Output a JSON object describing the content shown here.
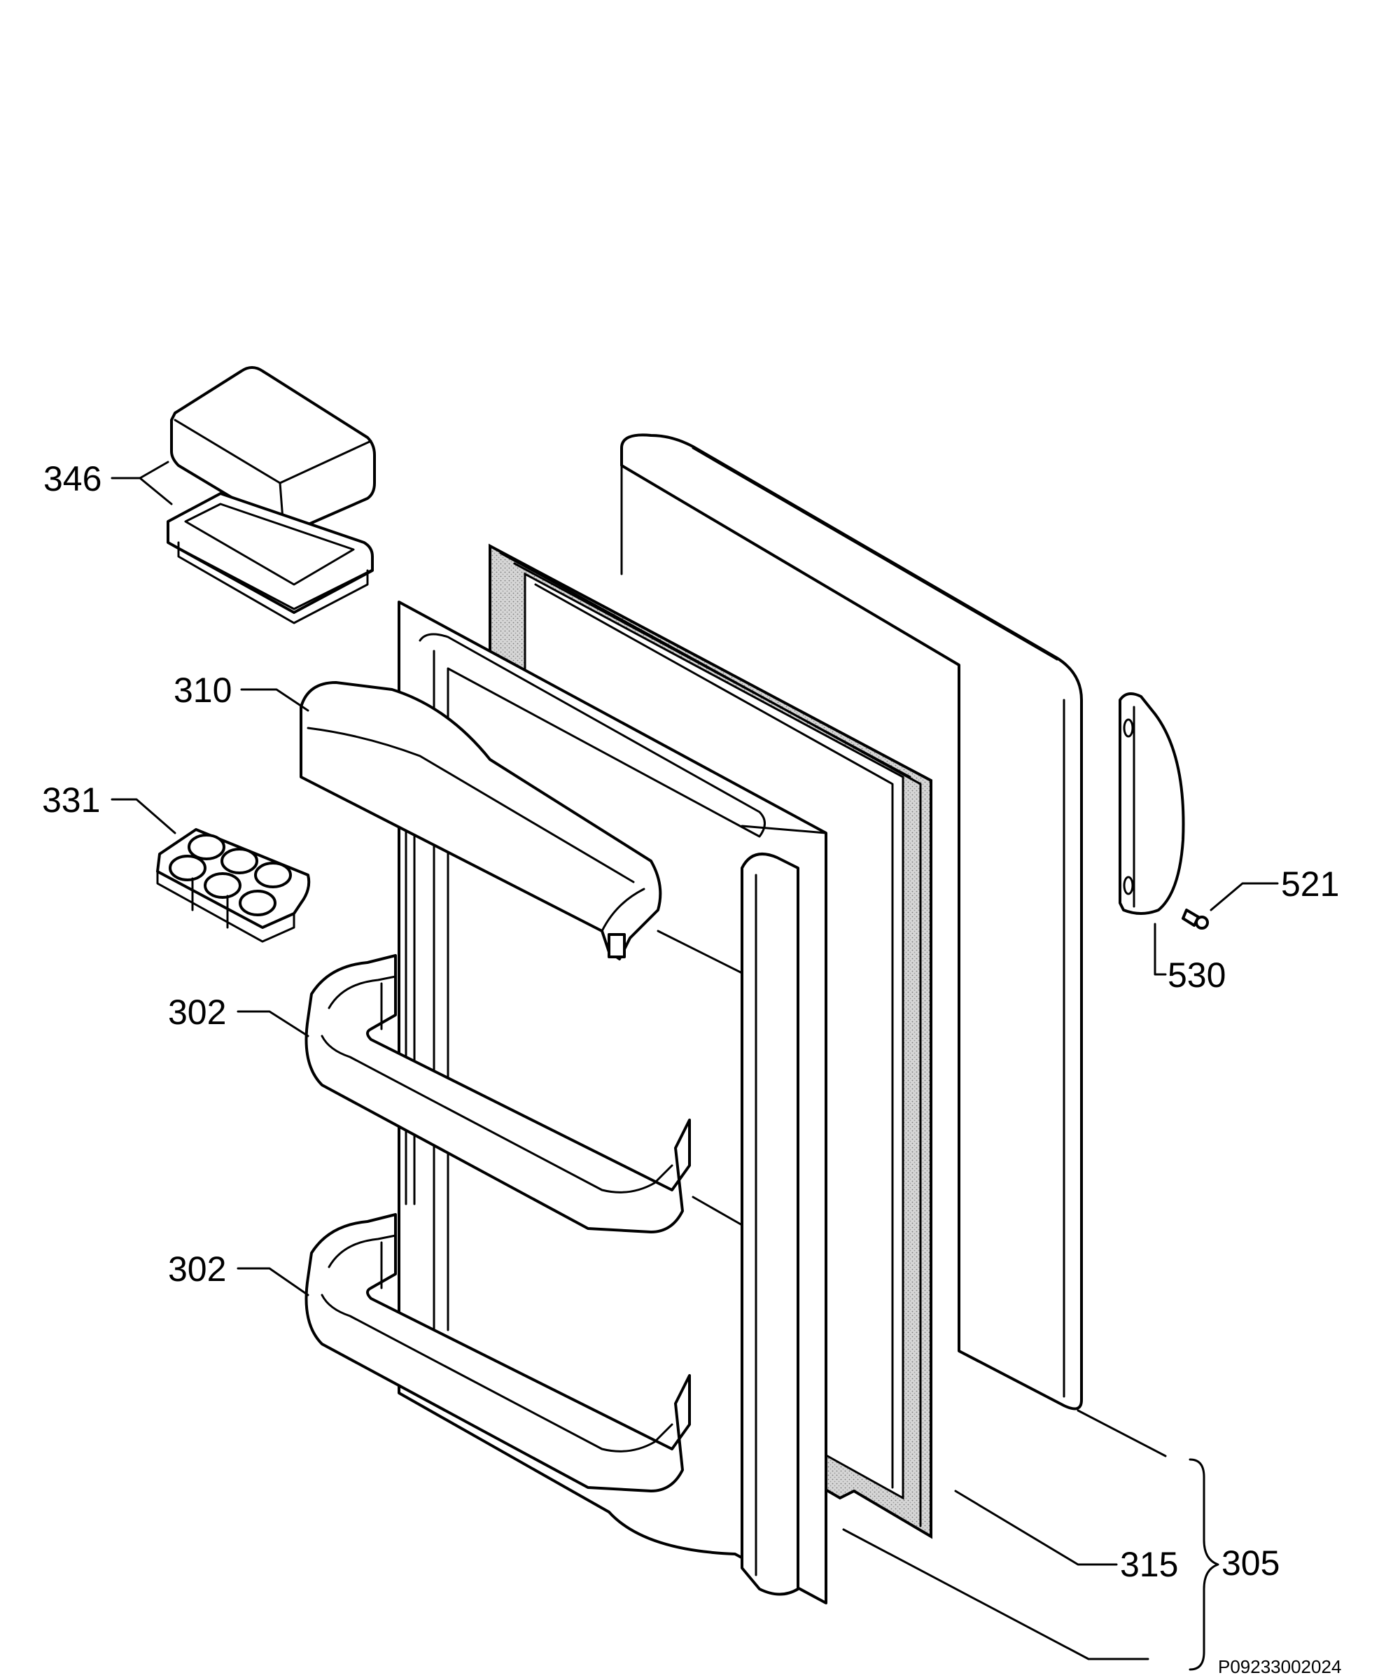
{
  "labels": {
    "l346": "346",
    "l310": "310",
    "l331": "331",
    "l302a": "302",
    "l302b": "302",
    "l521": "521",
    "l530": "530",
    "l315": "315",
    "l305": "305"
  },
  "drawing_code": "P09233002024"
}
